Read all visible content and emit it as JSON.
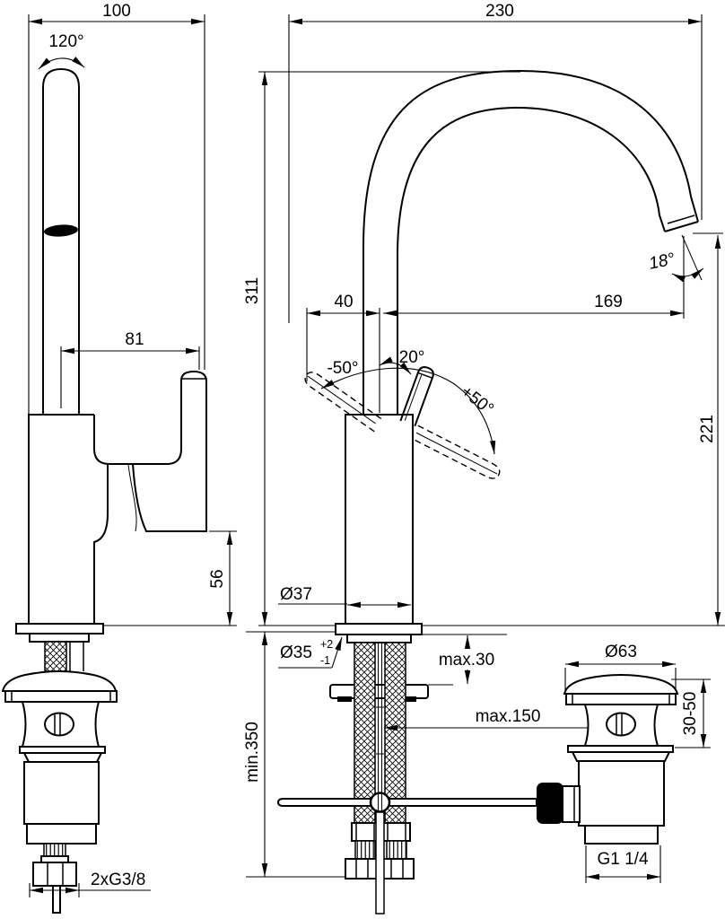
{
  "colors": {
    "line": "#000000",
    "background": "#ffffff"
  },
  "drawing": {
    "labels": {
      "side_view": {
        "overall_depth": "100",
        "spout_swivel_angle": "120°",
        "handle_reach": "81",
        "handle_height_above_deck": "56",
        "supply_connection": "2xG3/8"
      },
      "front_view": {
        "overall_width": "230",
        "spout_top_height": "311",
        "spout_rear_offset": "40",
        "spout_reach": "169",
        "outlet_angle": "18°",
        "outlet_height": "221",
        "handle_swivel_left": "-50°",
        "handle_tilt": "20°",
        "handle_swivel_right": "+50°",
        "body_diameter": "Ø37",
        "hole_diameter": "Ø35",
        "hole_tolerance_upper": "+2",
        "hole_tolerance_lower": "-1",
        "deck_thickness": "max.30",
        "rod_length": "max.150",
        "clearance_below": "min.350"
      },
      "drain": {
        "flange_diameter": "Ø63",
        "mount_range": "30-50",
        "thread": "G1 1/4"
      }
    }
  }
}
